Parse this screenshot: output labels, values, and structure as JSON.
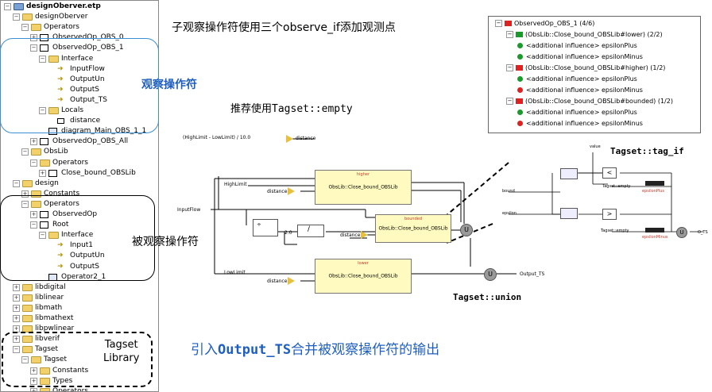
{
  "tree": {
    "nodes": [
      {
        "label": "designOberver.etp",
        "level": 0,
        "icon": "project-icon",
        "expander": "-",
        "bold": true
      },
      {
        "label": "designOberver",
        "level": 1,
        "icon": "folder-icon",
        "expander": "-"
      },
      {
        "label": "Operators",
        "level": 2,
        "icon": "folder-icon",
        "expander": "-"
      },
      {
        "label": "ObservedOp_OBS_0",
        "level": 3,
        "icon": "operator-icon",
        "expander": "+"
      },
      {
        "label": "ObservedOp_OBS_1",
        "level": 3,
        "icon": "operator-icon",
        "expander": "-"
      },
      {
        "label": "Interface",
        "level": 4,
        "icon": "folder-icon",
        "expander": "-"
      },
      {
        "label": "InputFlow",
        "level": 5,
        "icon": "input-arrow-icon",
        "expander": ""
      },
      {
        "label": "OutputUn",
        "level": 5,
        "icon": "output-arrow-icon",
        "expander": ""
      },
      {
        "label": "OutputS",
        "level": 5,
        "icon": "output-arrow-icon",
        "expander": ""
      },
      {
        "label": "Output_TS",
        "level": 5,
        "icon": "output-arrow-icon",
        "expander": ""
      },
      {
        "label": "Locals",
        "level": 4,
        "icon": "folder-icon",
        "expander": "-"
      },
      {
        "label": "distance",
        "level": 5,
        "icon": "local-var-icon",
        "expander": ""
      },
      {
        "label": "diagram_Main_OBS_1_1",
        "level": 4,
        "icon": "diagram-icon",
        "expander": ""
      },
      {
        "label": "ObservedOp_OBS_All",
        "level": 3,
        "icon": "operator-icon",
        "expander": "+"
      },
      {
        "label": "ObsLib",
        "level": 2,
        "icon": "folder-icon",
        "expander": "-"
      },
      {
        "label": "Operators",
        "level": 3,
        "icon": "folder-icon",
        "expander": "-"
      },
      {
        "label": "Close_bound_OBSLib",
        "level": 4,
        "icon": "operator-icon",
        "expander": "+"
      },
      {
        "label": "design",
        "level": 1,
        "icon": "folder-icon",
        "expander": "-"
      },
      {
        "label": "Constants",
        "level": 2,
        "icon": "folder-icon",
        "expander": "+"
      },
      {
        "label": "Operators",
        "level": 2,
        "icon": "folder-icon",
        "expander": "-"
      },
      {
        "label": "ObservedOp",
        "level": 3,
        "icon": "operator-icon",
        "expander": "+"
      },
      {
        "label": "Root",
        "level": 3,
        "icon": "operator-icon",
        "expander": "-"
      },
      {
        "label": "Interface",
        "level": 4,
        "icon": "folder-icon",
        "expander": "-"
      },
      {
        "label": "Input1",
        "level": 5,
        "icon": "input-arrow-icon",
        "expander": ""
      },
      {
        "label": "OutputUn",
        "level": 5,
        "icon": "output-arrow-icon",
        "expander": ""
      },
      {
        "label": "OutputS",
        "level": 5,
        "icon": "output-arrow-icon",
        "expander": ""
      },
      {
        "label": "Operator2_1",
        "level": 4,
        "icon": "diagram-icon",
        "expander": ""
      },
      {
        "label": "libdigital",
        "level": 1,
        "icon": "folder-icon",
        "expander": "+"
      },
      {
        "label": "liblinear",
        "level": 1,
        "icon": "folder-icon",
        "expander": "+"
      },
      {
        "label": "libmath",
        "level": 1,
        "icon": "folder-icon",
        "expander": "+"
      },
      {
        "label": "libmathext",
        "level": 1,
        "icon": "folder-icon",
        "expander": "+"
      },
      {
        "label": "libpwlinear",
        "level": 1,
        "icon": "folder-icon",
        "expander": "+"
      },
      {
        "label": "libverif",
        "level": 1,
        "icon": "folder-icon",
        "expander": "+"
      },
      {
        "label": "Tagset",
        "level": 1,
        "icon": "folder-icon",
        "expander": "-"
      },
      {
        "label": "Tagset",
        "level": 2,
        "icon": "folder-icon",
        "expander": "-"
      },
      {
        "label": "Constants",
        "level": 3,
        "icon": "folder-icon",
        "expander": "+"
      },
      {
        "label": "Types",
        "level": 3,
        "icon": "folder-icon",
        "expander": "+"
      },
      {
        "label": "Operators",
        "level": 3,
        "icon": "folder-icon",
        "expander": "+"
      }
    ]
  },
  "annotations": {
    "top_note": "子观察操作符使用三个observe_if添加观测点",
    "observe_op": "观察操作符",
    "observed_op": "被观察操作符",
    "recommend_prefix": "推荐使用",
    "recommend_code": "Tagset::empty",
    "tagset_library_line1": "Tagset",
    "tagset_library_line2": "Library",
    "bottom_prefix": "引入",
    "bottom_code": "Output_TS",
    "bottom_suffix": "合并被观察操作符的输出",
    "tag_if": "Tagset::tag_if",
    "union": "Tagset::union"
  },
  "diagram": {
    "formula": "(HighLimit - LowLimit) / 10.0",
    "formula_out": "distance",
    "high_limit": "HighLimit",
    "low_limit": "LowLimit",
    "input_flow": "InputFlow",
    "distance": "distance",
    "higher_tag": "higher",
    "bounded_tag": "bounded",
    "lower_tag": "lower",
    "block_name": "ObsLib::Close_bound_OBSLib",
    "const_2": "2.0",
    "union_symbol": "U",
    "output": "Output_TS"
  },
  "obs_tree": {
    "nodes": [
      {
        "label": "ObservedOp_OBS_1 (4/6)",
        "level": 0,
        "marker": "red-square",
        "expander": "-"
      },
      {
        "label": "(ObsLib::Close_bound_OBSLib#lower) (2/2)",
        "level": 1,
        "marker": "green-square",
        "expander": "-"
      },
      {
        "label": "<additional influence> epsilonPlus",
        "level": 2,
        "marker": "green-dot",
        "expander": ""
      },
      {
        "label": "<additional influence> epsilonMinus",
        "level": 2,
        "marker": "green-dot",
        "expander": ""
      },
      {
        "label": "(ObsLib::Close_bound_OBSLib#higher) (1/2)",
        "level": 1,
        "marker": "red-square",
        "expander": "-"
      },
      {
        "label": "<additional influence> epsilonPlus",
        "level": 2,
        "marker": "green-dot",
        "expander": ""
      },
      {
        "label": "<additional influence> epsilonMinus",
        "level": 2,
        "marker": "red-dot",
        "expander": ""
      },
      {
        "label": "(ObsLib::Close_bound_OBSLib#bounded) (1/2)",
        "level": 1,
        "marker": "red-square",
        "expander": "-"
      },
      {
        "label": "<additional influence> epsilonPlus",
        "level": 2,
        "marker": "green-dot",
        "expander": ""
      },
      {
        "label": "<additional influence> epsilonMinus",
        "level": 2,
        "marker": "red-dot",
        "expander": ""
      }
    ]
  },
  "mini_diagram": {
    "value": "value",
    "bound": "bound",
    "epsilon": "epsilon",
    "tagset_empty_1": "Tagset::empty",
    "tagset_empty_2": "Tagset::empty",
    "eps_plus": "epsilonPlus",
    "eps_minus": "epsilonMinus",
    "out": "O_TS",
    "union_symbol": "U"
  },
  "colors": {
    "blue_box": "#3b8fd0",
    "annotation_blue": "#1f5fbf",
    "block_fill": "#fffbc0",
    "folder": "#f2d16b",
    "red": "#d22",
    "green": "#1a9a2a"
  }
}
